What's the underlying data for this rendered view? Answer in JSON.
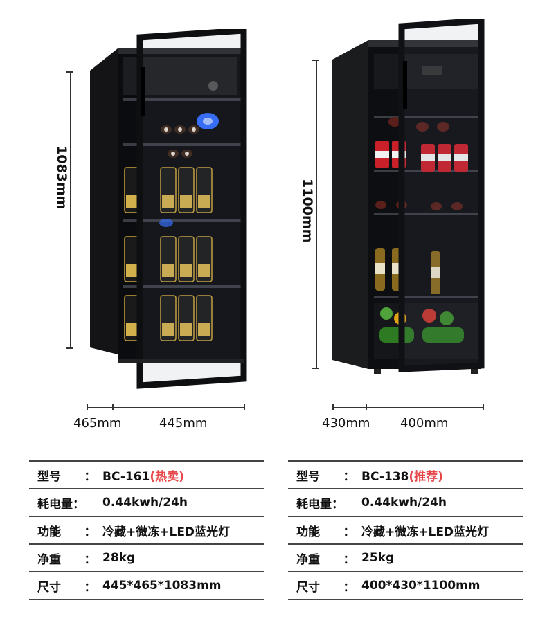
{
  "left_product": {
    "height_label": "1083mm",
    "depth_label": "465mm",
    "width_label": "445mm",
    "specs": [
      {
        "key": "型号",
        "colon": "：",
        "value": "BC-161",
        "badge": "(热卖)"
      },
      {
        "key": "耗电量：",
        "colon": "",
        "value": "0.44kwh/24h",
        "badge": ""
      },
      {
        "key": "功能",
        "colon": "：",
        "value": "冷藏+微冻+LED蓝光灯",
        "badge": ""
      },
      {
        "key": "净重",
        "colon": "：",
        "value": "28kg",
        "badge": ""
      },
      {
        "key": "尺寸",
        "colon": "：",
        "value": "445*465*1083mm",
        "badge": ""
      }
    ]
  },
  "right_product": {
    "height_label": "1100mm",
    "depth_label": "430mm",
    "width_label": "400mm",
    "specs": [
      {
        "key": "型号",
        "colon": "：",
        "value": "BC-138",
        "badge": "(推荐)"
      },
      {
        "key": "耗电量：",
        "colon": "",
        "value": "0.44kwh/24h",
        "badge": ""
      },
      {
        "key": "功能",
        "colon": "：",
        "value": "冷藏+微冻+LED蓝光灯",
        "badge": ""
      },
      {
        "key": "净重",
        "colon": "：",
        "value": "25kg",
        "badge": ""
      },
      {
        "key": "尺寸",
        "colon": "：",
        "value": "400*430*1100mm",
        "badge": ""
      }
    ]
  },
  "colors": {
    "badge": "#e8484a",
    "fridge_body": "#1b1c1e",
    "led_blue": "#2f6bff"
  }
}
